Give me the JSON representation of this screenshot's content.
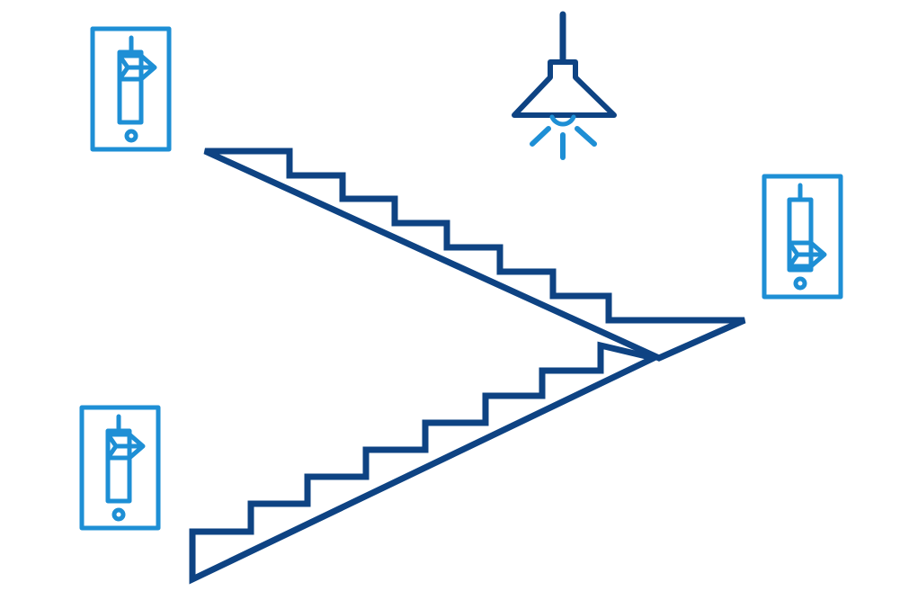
{
  "colors": {
    "background": "#ffffff",
    "dark_blue": "#0e4383",
    "light_blue": "#1e8fd5"
  },
  "icons": {
    "switches": [
      "light-switch-icon",
      "light-switch-icon",
      "light-switch-icon"
    ],
    "switch_positions": [
      "up",
      "down",
      "up"
    ],
    "lamp": "pendant-lamp-icon",
    "staircase": "staircase-icon"
  }
}
